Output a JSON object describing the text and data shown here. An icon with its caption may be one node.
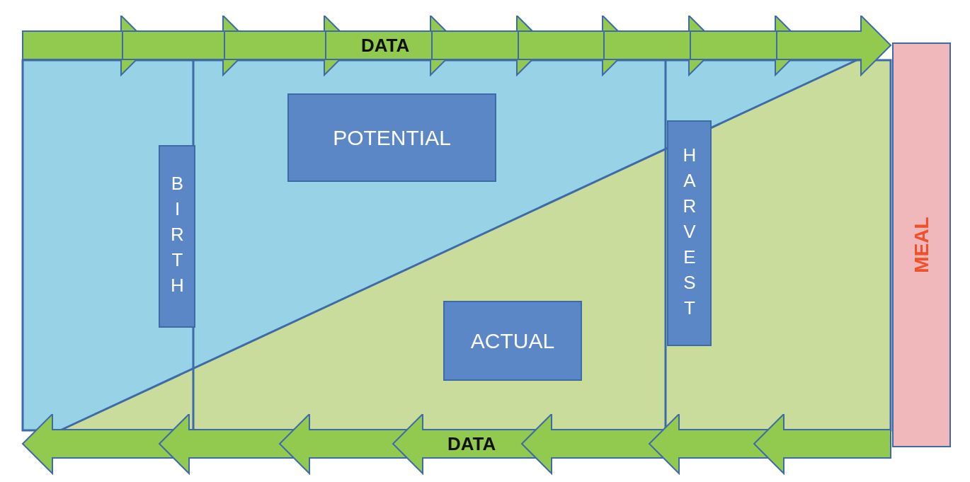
{
  "diagram": {
    "nodes": [
      {
        "text": [
          "DATA"
        ]
      },
      {
        "text": [
          "BIRTH"
        ]
      },
      {
        "text": [
          "POTENTIAL"
        ]
      },
      {
        "text": [
          "HARVEST"
        ]
      },
      {
        "text": [
          "ACTUAL"
        ]
      },
      {
        "text": [
          "MEAL"
        ]
      },
      {
        "text": [
          "DATA"
        ]
      }
    ],
    "edges": []
  }
}
